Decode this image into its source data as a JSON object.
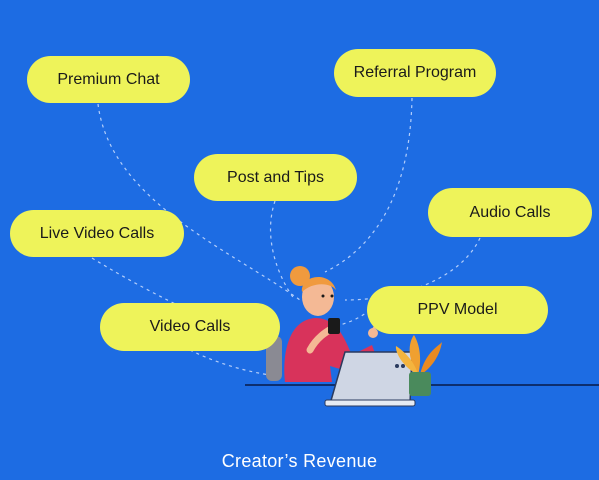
{
  "nodes": [
    {
      "id": "premium-chat",
      "label": "Premium Chat"
    },
    {
      "id": "referral-program",
      "label": "Referral Program"
    },
    {
      "id": "post-and-tips",
      "label": "Post and Tips"
    },
    {
      "id": "audio-calls",
      "label": "Audio Calls"
    },
    {
      "id": "live-video-calls",
      "label": "Live Video Calls"
    },
    {
      "id": "ppv-model",
      "label": "PPV Model"
    },
    {
      "id": "video-calls",
      "label": "Video Calls"
    }
  ],
  "caption": "Creator’s Revenue",
  "colors": {
    "background": "#1d6ce3",
    "pill": "#eef35a",
    "connector": "#cfe0ff"
  }
}
